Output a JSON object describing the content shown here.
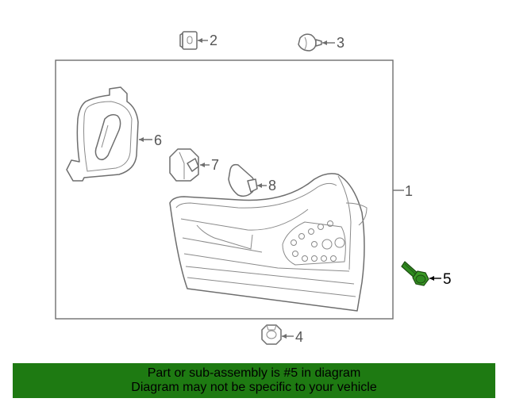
{
  "callouts": {
    "p1": "1",
    "p2": "2",
    "p3": "3",
    "p4": "4",
    "p5": "5",
    "p6": "6",
    "p7": "7",
    "p8": "8"
  },
  "banner": {
    "line1": "Part or sub-assembly is #5 in diagram",
    "line2": "Diagram may not be specific to your vehicle",
    "color": "#1e7a12"
  },
  "colors": {
    "highlight_part": "#2f8a1f",
    "line_art": "#6e6e6e"
  }
}
